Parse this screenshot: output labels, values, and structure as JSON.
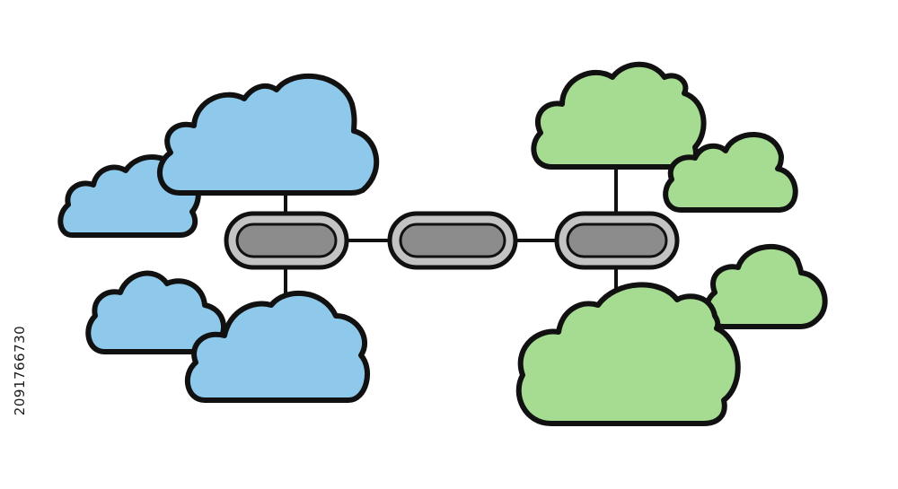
{
  "colors": {
    "outline": "#111111",
    "blue_cloud_fill": "#8ec9ec",
    "green_cloud_fill": "#a6dc91",
    "node_outer_fill": "#c3c3c3",
    "node_inner_fill": "#8c8c8c",
    "background": "#ffffff"
  },
  "diagram": {
    "left_group_color": "blue",
    "right_group_color": "green",
    "left_cloud_count": 4,
    "right_cloud_count": 4,
    "central_node_count": 3
  },
  "stock_id": "2091766730"
}
